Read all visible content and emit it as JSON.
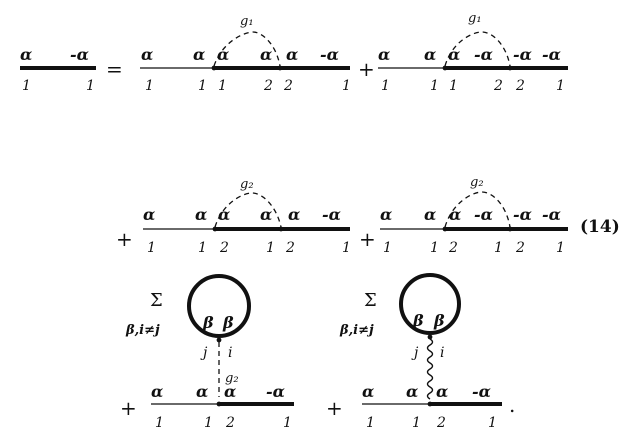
{
  "equation_number": "(14)",
  "row1": {
    "lhs": {
      "top_left": "α",
      "top_right": "-α",
      "bot_left": "1",
      "bot_right": "1"
    },
    "equals": "=",
    "terms": [
      {
        "coupling": "g₁",
        "seg1": {
          "tl": "α",
          "tr": "α",
          "bl": "1",
          "br": "1"
        },
        "seg2": {
          "tl": "α",
          "tr": "α",
          "bl": "1",
          "br": "2"
        },
        "seg3": {
          "tl": "α",
          "tr": "-α",
          "bl": "2",
          "br": "1"
        }
      },
      {
        "plus": "+",
        "coupling": "g₁",
        "seg1": {
          "tl": "α",
          "tr": "α",
          "bl": "1",
          "br": "1"
        },
        "seg2": {
          "tl": "α",
          "tr": "-α",
          "bl": "1",
          "br": "2"
        },
        "seg3": {
          "tl": "-α",
          "tr": "-α",
          "bl": "2",
          "br": "1"
        }
      }
    ]
  },
  "row2": {
    "terms": [
      {
        "plus": "+",
        "coupling": "g₂",
        "seg1": {
          "tl": "α",
          "tr": "α",
          "bl": "1",
          "br": "1"
        },
        "seg2": {
          "tl": "α",
          "tr": "α",
          "bl": "2",
          "br": "1"
        },
        "seg3": {
          "tl": "α",
          "tr": "-α",
          "bl": "2",
          "br": "1"
        }
      },
      {
        "plus": "+",
        "coupling": "g₂",
        "seg1": {
          "tl": "α",
          "tr": "α",
          "bl": "1",
          "br": "1"
        },
        "seg2": {
          "tl": "α",
          "tr": "-α",
          "bl": "2",
          "br": "1"
        },
        "seg3": {
          "tl": "-α",
          "tr": "-α",
          "bl": "2",
          "br": "1"
        }
      }
    ]
  },
  "row3": {
    "terms": [
      {
        "plus": "+",
        "sum": "Σ",
        "sum_index": "β,i≠j",
        "loop_left": "β",
        "loop_right": "β",
        "vertex_left": "j",
        "vertex_right": "i",
        "coupling": "g₂",
        "seg1": {
          "tl": "α",
          "tr": "α",
          "bl": "1",
          "br": "1"
        },
        "seg2": {
          "tl": "α",
          "tr": "-α",
          "bl": "2",
          "br": "1"
        }
      },
      {
        "plus": "+",
        "sum": "Σ",
        "sum_index": "β,i≠j",
        "loop_left": "β",
        "loop_right": "β",
        "vertex_left": "j",
        "vertex_right": "i",
        "seg1": {
          "tl": "α",
          "tr": "α",
          "bl": "1",
          "br": "1"
        },
        "seg2": {
          "tl": "α",
          "tr": "-α",
          "bl": "2",
          "br": "1"
        }
      }
    ],
    "period": "."
  }
}
